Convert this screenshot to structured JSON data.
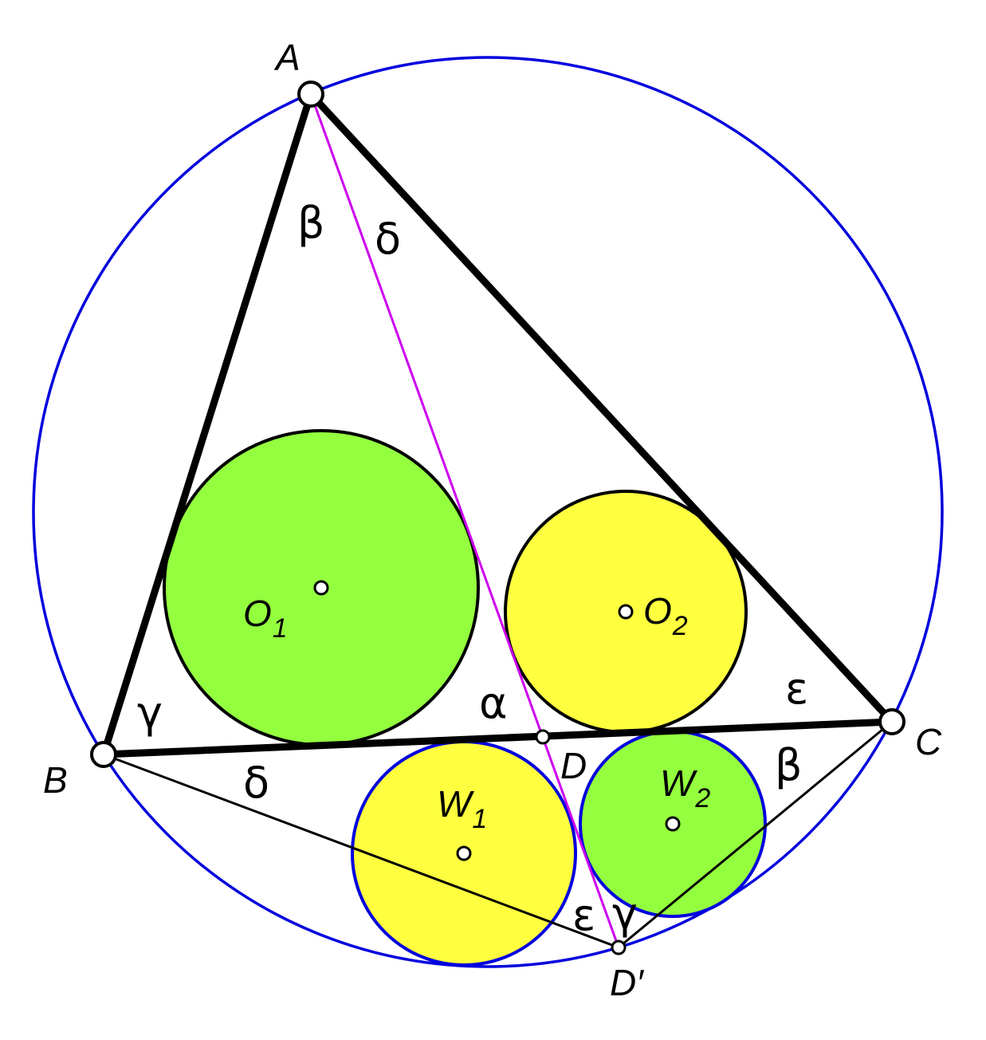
{
  "colors": {
    "circumcircle": "#0000dd",
    "triangle": "#000000",
    "cevian": "#cc00ee",
    "green": "#94ff3f",
    "yellow": "#ffff40",
    "background": "#ffffff"
  },
  "points": {
    "A": "A",
    "B": "B",
    "C": "C",
    "D": "D",
    "D_prime": "D′"
  },
  "centers": {
    "O1": {
      "base": "O",
      "sub": "1"
    },
    "O2": {
      "base": "O",
      "sub": "2"
    },
    "W1": {
      "base": "W",
      "sub": "1"
    },
    "W2": {
      "base": "W",
      "sub": "2"
    }
  },
  "angles": {
    "beta_A": "β",
    "delta_A": "δ",
    "gamma_B": "γ",
    "alpha_D": "α",
    "epsilon_C": "ε",
    "delta_B": "δ",
    "beta_C": "β",
    "epsilon_Dp": "ε",
    "gamma_Dp": "γ"
  }
}
